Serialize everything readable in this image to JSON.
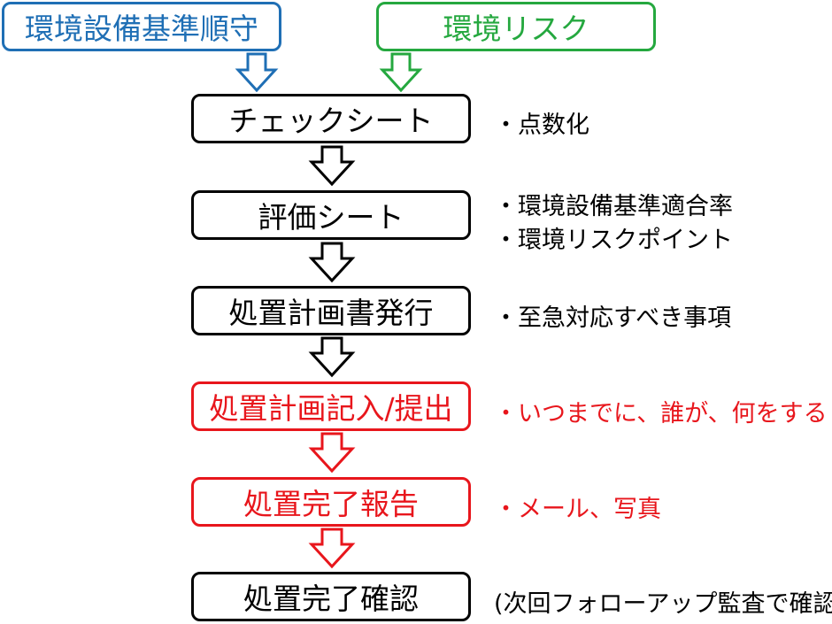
{
  "top_inputs": {
    "left": "環境設備基準順守",
    "right": "環境リスク"
  },
  "steps": [
    {
      "label": "チェックシート"
    },
    {
      "label": "評価シート"
    },
    {
      "label": "処置計画書発行"
    },
    {
      "label": "処置計画記入/提出"
    },
    {
      "label": "処置完了報告"
    },
    {
      "label": "処置完了確認"
    }
  ],
  "notes": {
    "n1": "・点数化",
    "n2a": "・環境設備基準適合率",
    "n2b": "・環境リスクポイント",
    "n3": "・至急対応すべき事項",
    "n4": "・いつまでに、誰が、何をする",
    "n5": "・メール、写真",
    "n6": "(次回フォローアップ監査で確認)"
  },
  "colors": {
    "blue": "#1f6fb5",
    "green": "#25a83f",
    "red": "#e8161c",
    "black": "#000000"
  }
}
